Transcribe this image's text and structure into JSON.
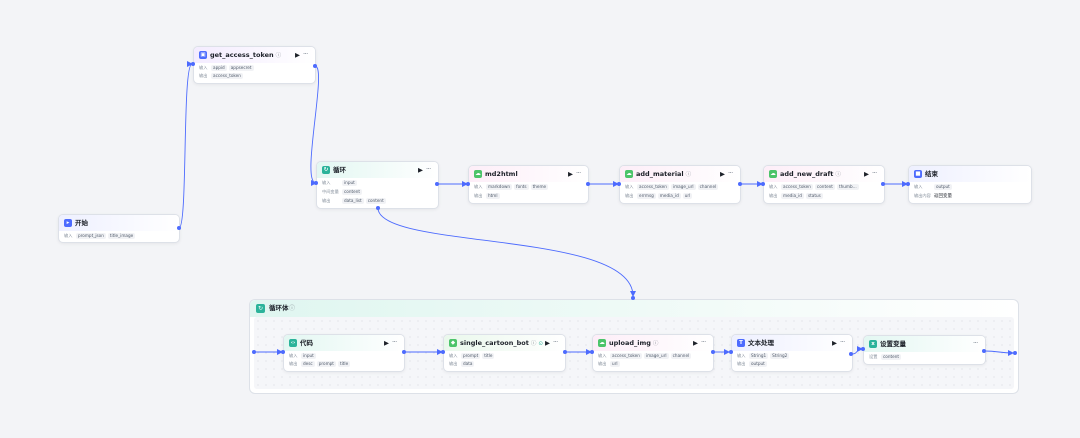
{
  "colors": {
    "edge": "#4d6bfe",
    "icon_blue": "#4d6bfe",
    "icon_green": "#2bb39a",
    "icon_lime": "#4cc46a"
  },
  "group": {
    "title": "循环体",
    "info_icon": "info-icon"
  },
  "nodes": {
    "start": {
      "title": "开始",
      "icon": "start-icon",
      "rows": [
        {
          "label": "输入",
          "chips": [
            "prompt_json",
            "title_image"
          ]
        }
      ]
    },
    "get_token": {
      "title": "get_access_token",
      "icon": "plugin-icon",
      "rows": [
        {
          "label": "输入",
          "chips": [
            "appid",
            "appsecret"
          ]
        },
        {
          "label": "输出",
          "chips": [
            "access_token"
          ]
        }
      ]
    },
    "loop": {
      "title": "循环",
      "icon": "loop-icon",
      "rows": [
        {
          "label": "输入",
          "chips": [
            "input"
          ]
        },
        {
          "label": "中间变量",
          "chips": [
            "content"
          ]
        },
        {
          "label": "输出",
          "chips": [
            "data_list",
            "content"
          ]
        }
      ]
    },
    "md2html": {
      "title": "md2html",
      "icon": "cloud-plugin-icon",
      "rows": [
        {
          "label": "输入",
          "chips": [
            "markdown",
            "fonts",
            "theme"
          ]
        },
        {
          "label": "输出",
          "chips": [
            "html"
          ]
        }
      ]
    },
    "add_material": {
      "title": "add_material",
      "icon": "cloud-plugin-icon",
      "rows": [
        {
          "label": "输入",
          "chips": [
            "access_token",
            "image_url",
            "channel"
          ]
        },
        {
          "label": "输出",
          "chips": [
            "errmsg",
            "media_id",
            "url"
          ]
        }
      ]
    },
    "add_new_draft": {
      "title": "add_new_draft",
      "icon": "cloud-plugin-icon",
      "rows": [
        {
          "label": "输入",
          "chips": [
            "access_token",
            "content",
            "thumb..."
          ]
        },
        {
          "label": "输出",
          "chips": [
            "media_id",
            "status"
          ]
        }
      ]
    },
    "end": {
      "title": "结束",
      "icon": "end-icon",
      "rows": [
        {
          "label": "输入",
          "chips": [
            "output"
          ]
        },
        {
          "label": "输出内容",
          "text": "返回变量"
        }
      ]
    },
    "code": {
      "title": "代码",
      "icon": "code-icon",
      "rows": [
        {
          "label": "输入",
          "chips": [
            "input"
          ]
        },
        {
          "label": "输出",
          "chips": [
            "desc",
            "prompt",
            "title"
          ]
        }
      ]
    },
    "cartoon_bot": {
      "title": "single_cartoon_bot",
      "icon": "bot-icon",
      "rows": [
        {
          "label": "输入",
          "chips": [
            "prompt",
            "title"
          ]
        },
        {
          "label": "输出",
          "chips": [
            "data"
          ]
        }
      ]
    },
    "upload_img": {
      "title": "upload_img",
      "icon": "cloud-plugin-icon",
      "rows": [
        {
          "label": "输入",
          "chips": [
            "access_token",
            "image_url",
            "channel"
          ]
        },
        {
          "label": "输出",
          "chips": [
            "url"
          ]
        }
      ]
    },
    "text_proc": {
      "title": "文本处理",
      "icon": "text-icon",
      "rows": [
        {
          "label": "输入",
          "chips": [
            "String1",
            "String2"
          ]
        },
        {
          "label": "输出",
          "chips": [
            "output"
          ]
        }
      ]
    },
    "set_var": {
      "title": "设置变量",
      "icon": "variable-icon",
      "rows": [
        {
          "label": "设置",
          "chips": [
            "content"
          ]
        }
      ]
    }
  }
}
